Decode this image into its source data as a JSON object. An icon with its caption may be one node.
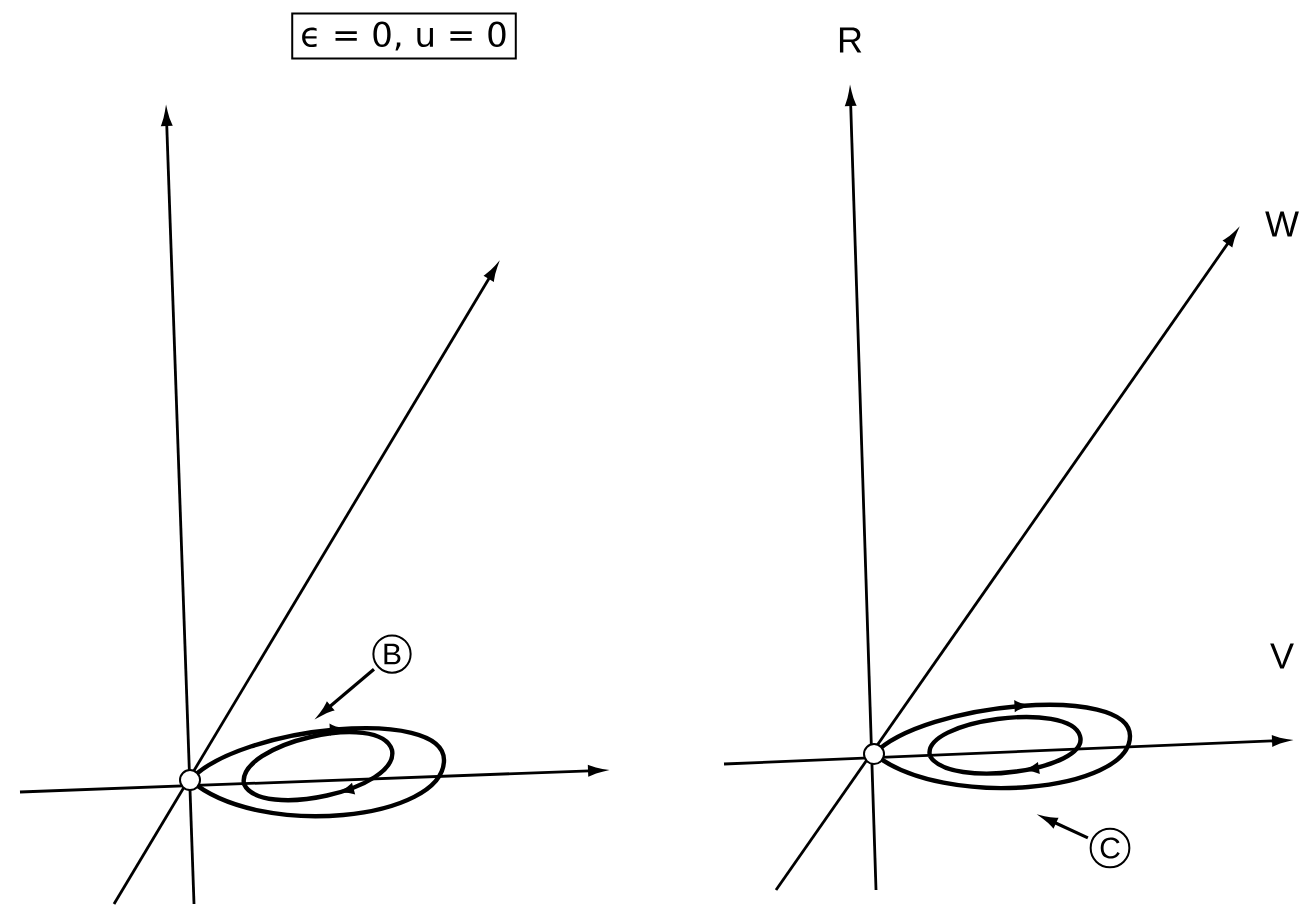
{
  "diagram": {
    "nodes": [
      {
        "text": [
          "ϵ = 0, u = 0"
        ]
      },
      {
        "text": [
          "B"
        ]
      },
      {
        "text": [
          "C"
        ]
      }
    ],
    "edges": [
      {
        "from": 1,
        "to": null,
        "arrow": "to"
      },
      {
        "from": 2,
        "to": null,
        "arrow": "to"
      }
    ],
    "labels": [
      "R",
      "W",
      "V"
    ]
  }
}
